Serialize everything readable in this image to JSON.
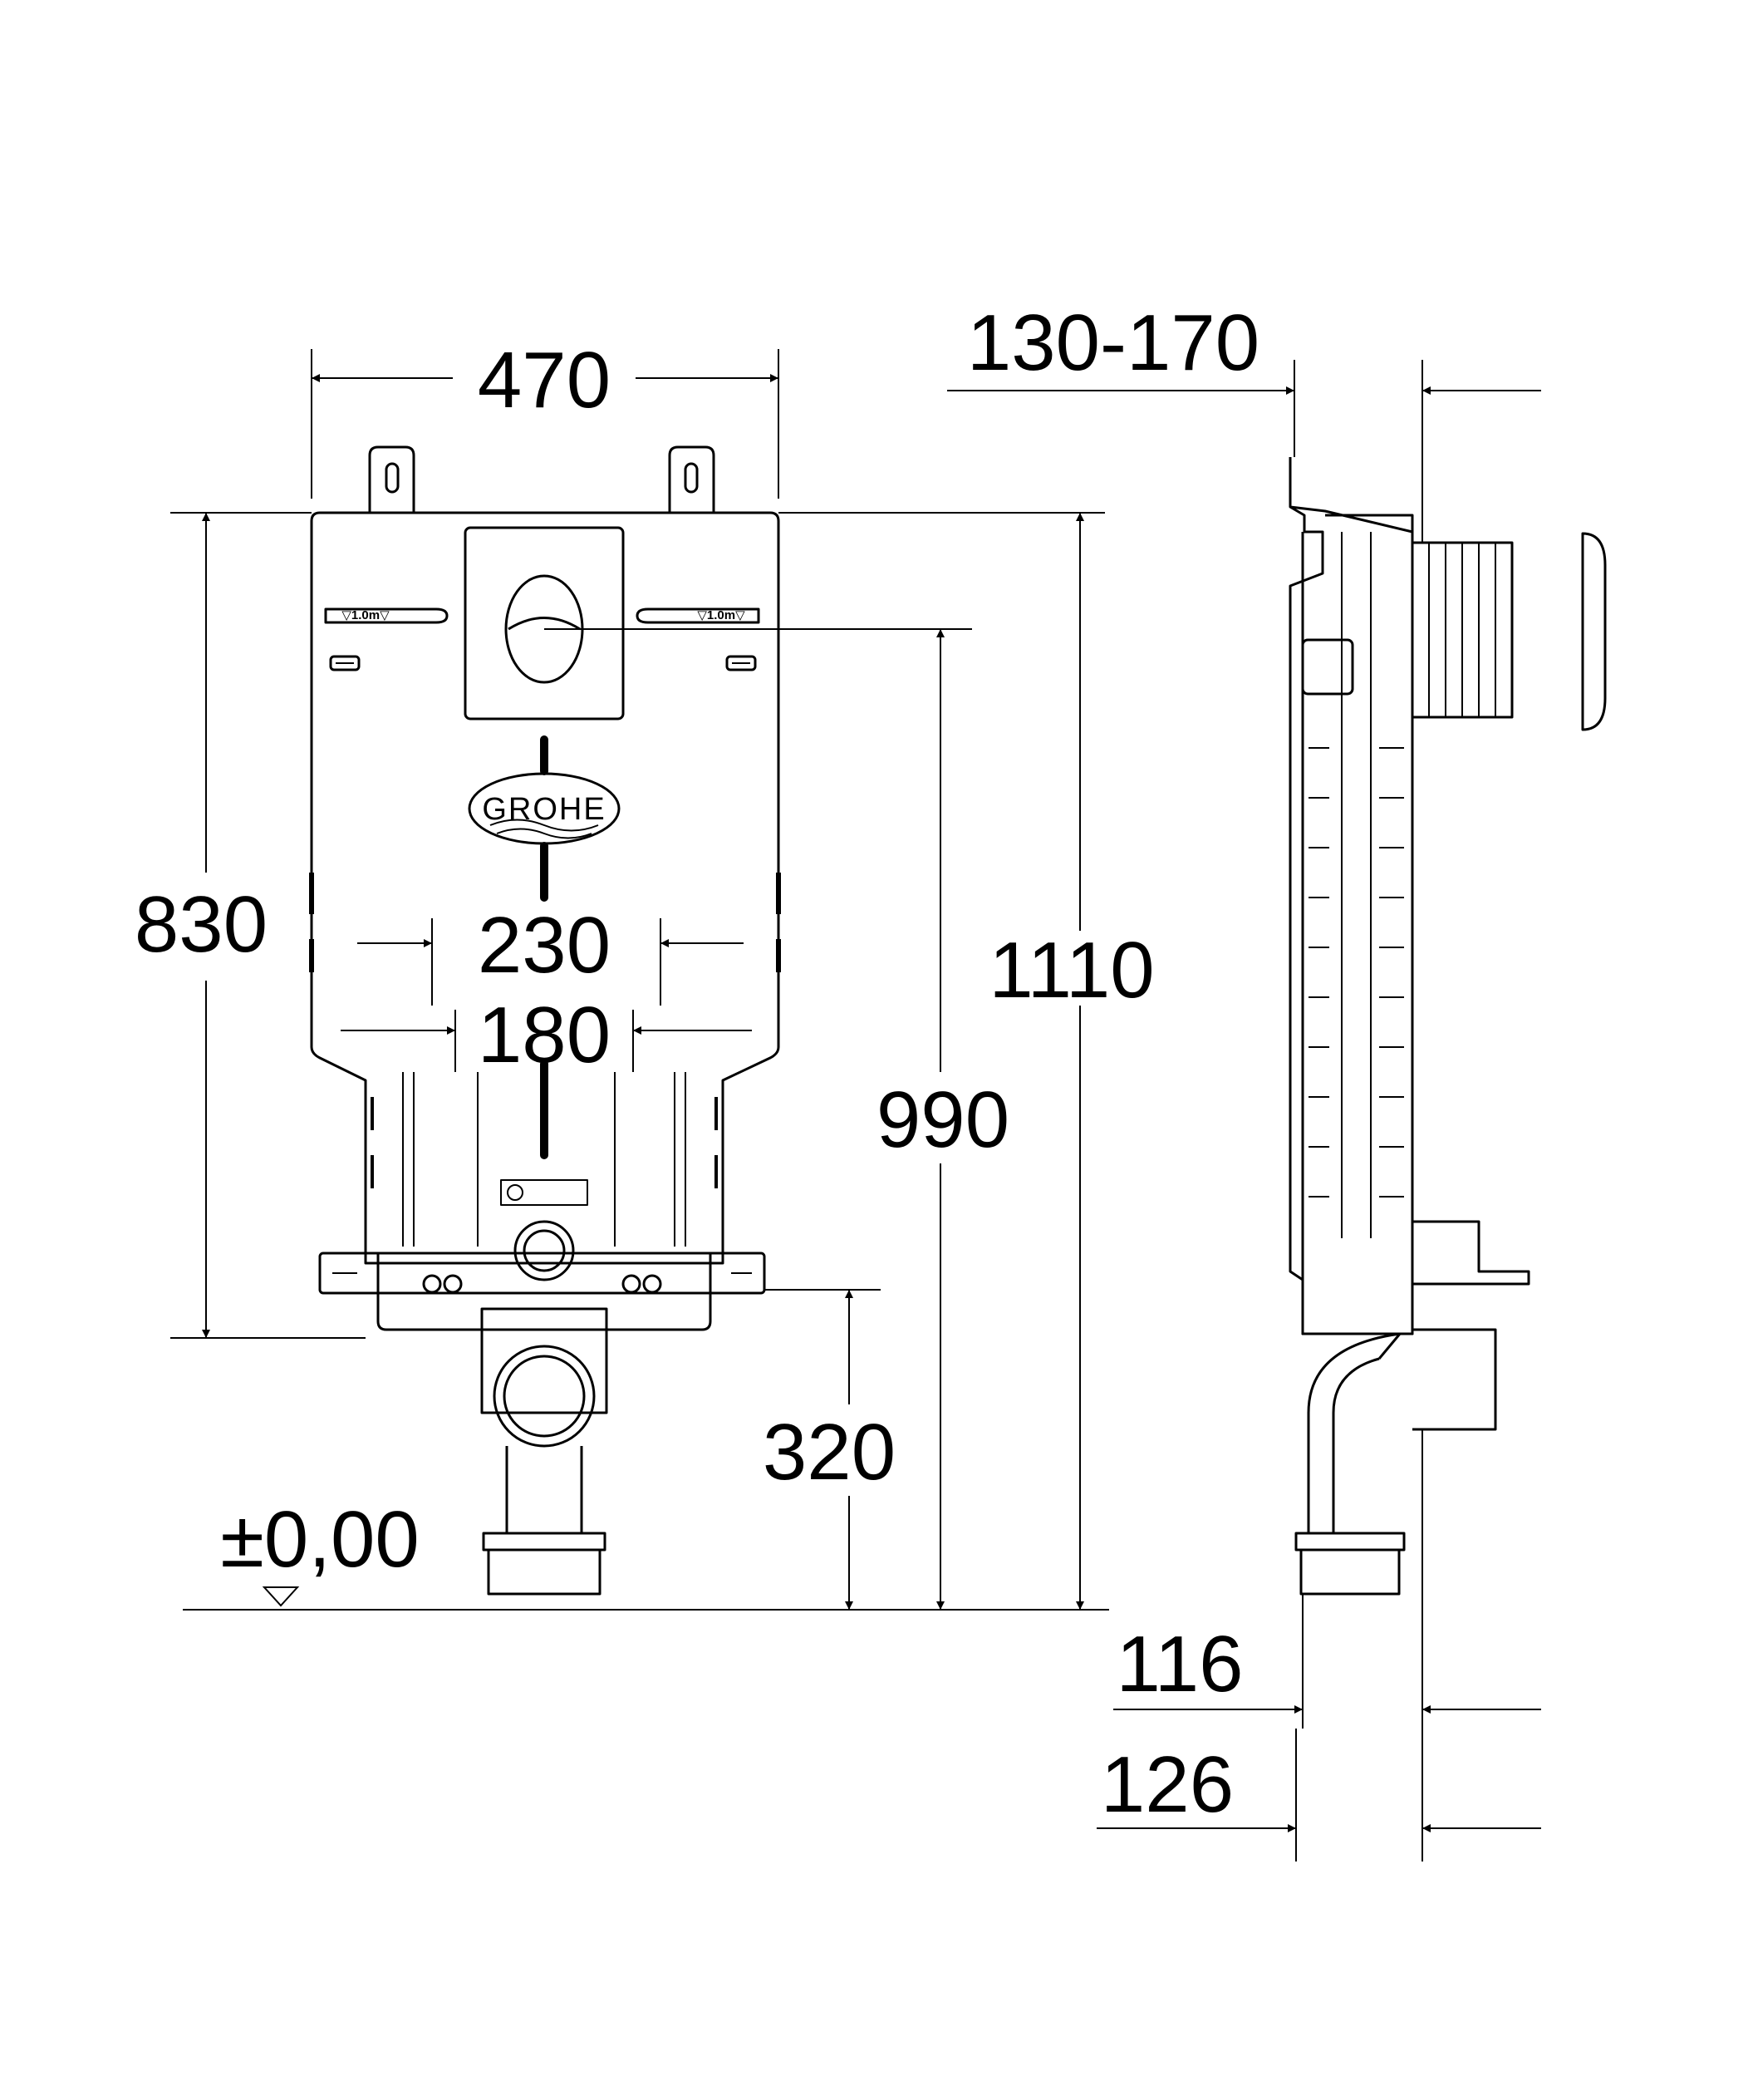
{
  "diagram": {
    "front_view": {
      "width_label": "470",
      "height_frame_label": "830",
      "height_total_label": "1110",
      "actuation_height_label": "990",
      "bolt_spacing_outer_label": "230",
      "bolt_spacing_inner_label": "180",
      "drain_height_label": "320",
      "floor_level_label": "±0,00",
      "brand_logo_text": "GROHE",
      "level_mark_text": "▽1.0m▽"
    },
    "side_view": {
      "depth_range_label": "130-170",
      "depth_min_label": "116",
      "depth_max_label": "126"
    },
    "colors": {
      "line": "#000000",
      "background": "#ffffff"
    }
  }
}
